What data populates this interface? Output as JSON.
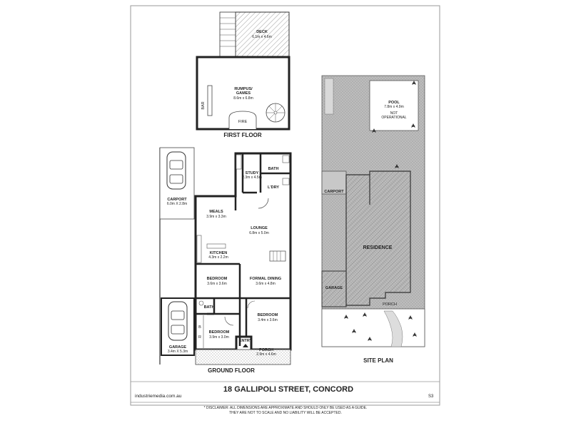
{
  "plan": {
    "first_floor": {
      "caption": "FIRST FLOOR",
      "deck": {
        "name": "DECK",
        "dims": "6.1m x 4.6m"
      },
      "rumpus": {
        "name1": "RUMPUS/",
        "name2": "GAMES",
        "dims": "8.6m x 6.8m"
      },
      "bar": "BAR",
      "fire": "FIRE"
    },
    "ground_floor": {
      "caption": "GROUND FLOOR",
      "carport": {
        "name": "CARPORT",
        "dims": "6.0m X 2.8m"
      },
      "garage": {
        "name": "GARAGE",
        "dims": "3.4m X 5.3m"
      },
      "study": {
        "name": "STUDY",
        "dims": "2.3m x 4.5m"
      },
      "bath_upper": "BATH",
      "laundry": "L'DRY",
      "meals": {
        "name": "MEALS",
        "dims": "3.9m x 3.3m"
      },
      "lounge": {
        "name": "LOUNGE",
        "dims": "6.8m x 5.0m"
      },
      "kitchen": {
        "name": "KITCHEN",
        "dims": "4.3m x 2.2m"
      },
      "bedroom_a": {
        "name": "BEDROOM",
        "dims": "3.6m x 3.6m"
      },
      "formal_dining": {
        "name": "FORMAL DINING",
        "dims": "3.6m x 4.8m"
      },
      "bath_lower": "BATH",
      "bedroom_b": {
        "name": "BEDROOM",
        "dims": "3.4m x 3.6m"
      },
      "bedroom_c": {
        "name": "BEDROOM",
        "dims": "3.9m x 3.0m"
      },
      "br_b": "B",
      "br_r": "R",
      "entry": "ENTRY",
      "porch": {
        "name": "PORCH",
        "dims": "2.9m x 4.6m"
      }
    },
    "site_plan": {
      "caption": "SITE PLAN",
      "pool": {
        "name": "POOL",
        "dims": "7.8m x 4.9m",
        "note1": "NOT",
        "note2": "OPERATIONAL"
      },
      "carport": "CARPORT",
      "residence": "RESIDENCE",
      "garage": "GARAGE",
      "porch": "PORCH"
    }
  },
  "footer": {
    "website": "industriemedia.com.au",
    "address": "18 GALLIPOLI STREET, CONCORD",
    "sheet_number": "S3",
    "disclaimer_line1": "* DISCLAIMER: ALL DIMENSIONS ARE APPROXIMATE AND SHOULD ONLY BE USED AS A GUIDE.",
    "disclaimer_line2": "THEY ARE NOT TO SCALE AND NO LIABILITY WILL BE ACCEPTED."
  },
  "colors": {
    "wall": "#222222",
    "hatch": "#777777",
    "site_fill": "#b4b4b4",
    "tree": "#333333"
  }
}
